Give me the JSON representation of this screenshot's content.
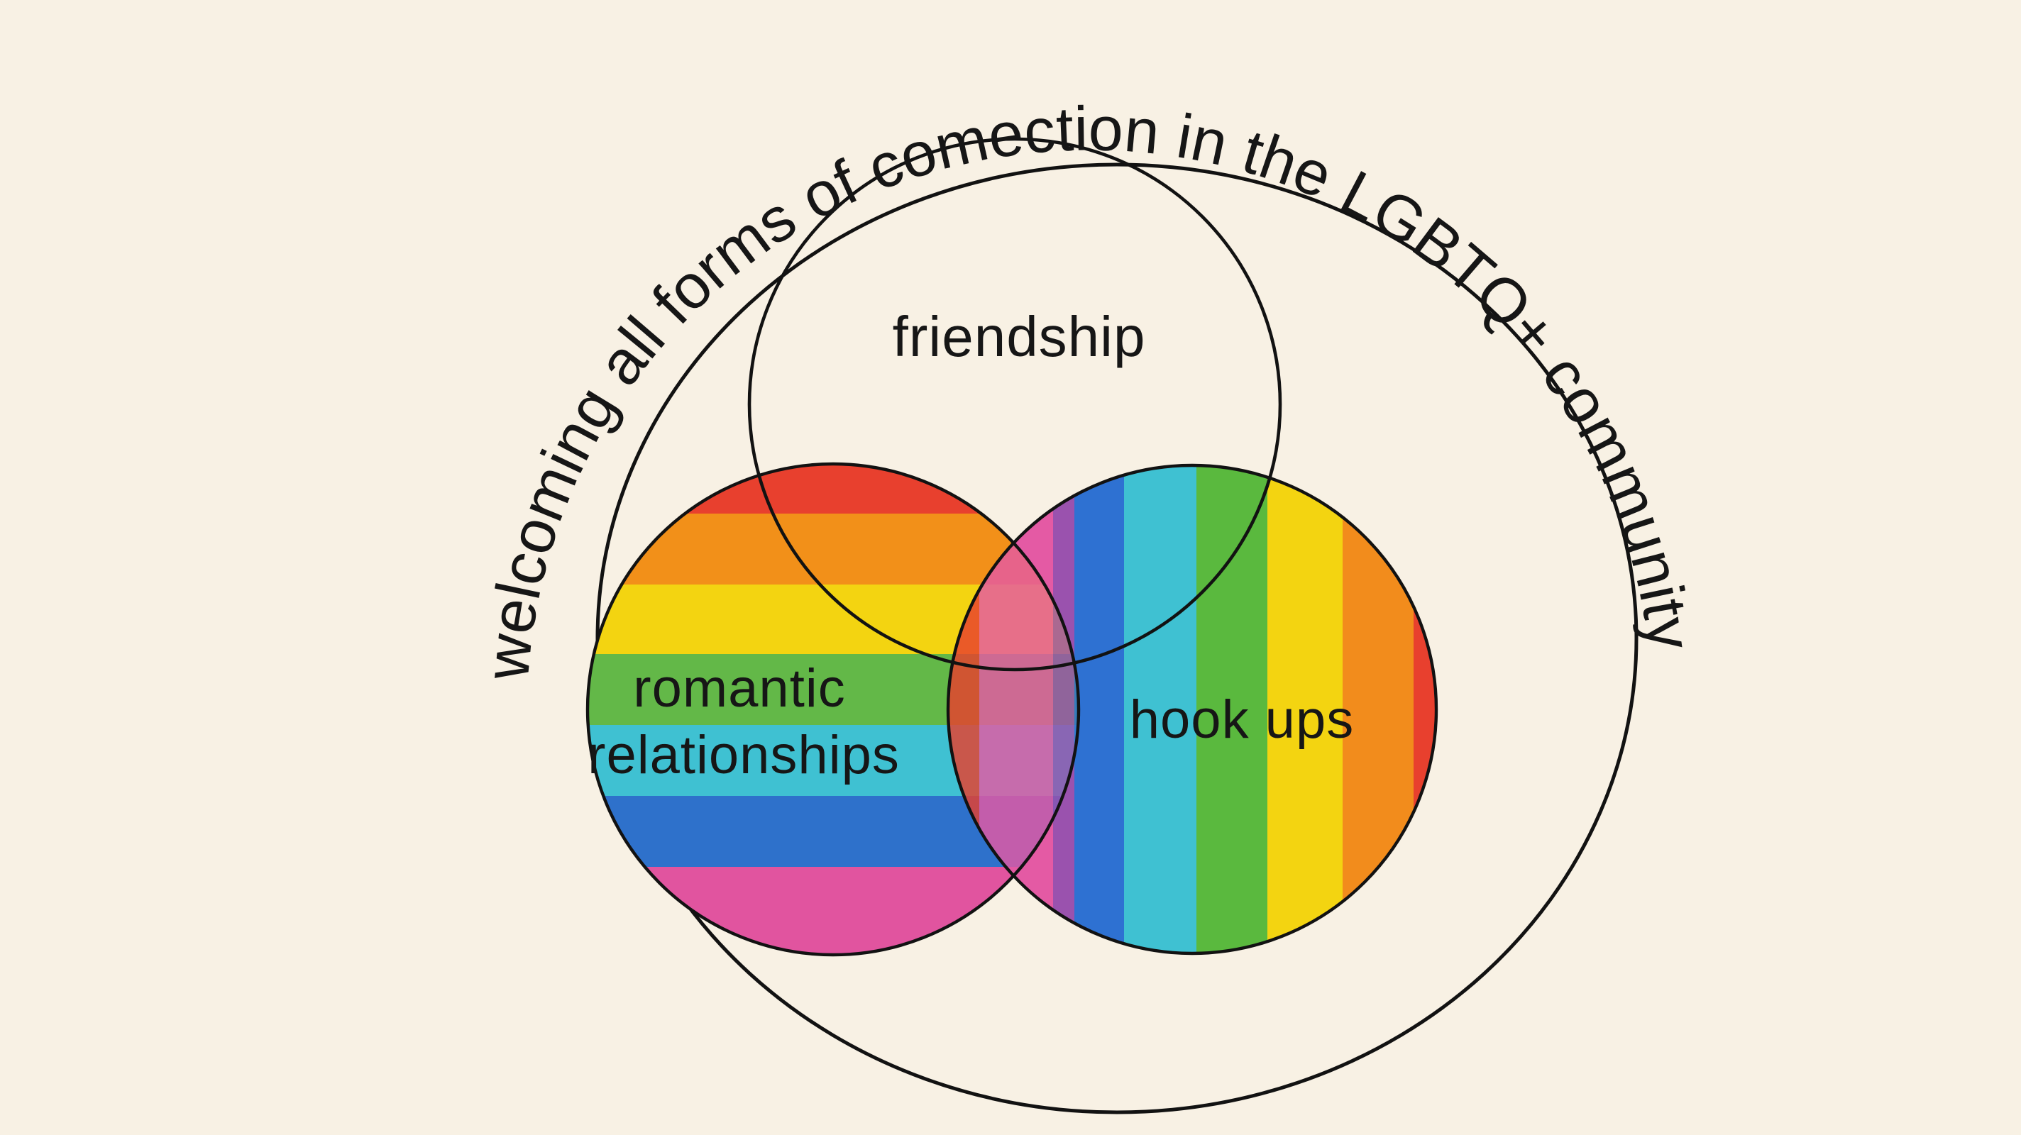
{
  "title_arc": {
    "text": "welcoming all forms of comection in the LGBTQ+ community"
  },
  "circles": {
    "community": {
      "description": "outer outline circle enclosing the diagram",
      "outline_color": "#121212"
    },
    "friendship": {
      "label": "friendship",
      "outline_color": "#121212"
    },
    "romantic": {
      "label_line1": "romantic",
      "label_line2": "relationships",
      "stripe_orientation": "horizontal",
      "stripes": [
        {
          "color": "#e8402e",
          "from": 327,
          "to": 362
        },
        {
          "color": "#f29019",
          "from": 362,
          "to": 412
        },
        {
          "color": "#f3d411",
          "from": 412,
          "to": 461
        },
        {
          "color": "#63b848",
          "from": 461,
          "to": 511
        },
        {
          "color": "#3fc1d2",
          "from": 511,
          "to": 561
        },
        {
          "color": "#2e71cb",
          "from": 561,
          "to": 611
        },
        {
          "color": "#e1549f",
          "from": 611,
          "to": 673
        }
      ]
    },
    "hookups": {
      "label": "hook ups",
      "stripe_orientation": "vertical",
      "stripes": [
        {
          "color": "#e8402e",
          "from": 668,
          "to": 690
        },
        {
          "color": "#e45aa4",
          "from": 690,
          "to": 742
        },
        {
          "color": "#9a52ae",
          "from": 742,
          "to": 757
        },
        {
          "color": "#2e71d2",
          "from": 757,
          "to": 792
        },
        {
          "color": "#3fc1d2",
          "from": 792,
          "to": 843
        },
        {
          "color": "#5ab93e",
          "from": 843,
          "to": 893
        },
        {
          "color": "#f3d411",
          "from": 893,
          "to": 946
        },
        {
          "color": "#f28c1c",
          "from": 946,
          "to": 996
        },
        {
          "color": "#e8402e",
          "from": 996,
          "to": 1012
        }
      ]
    }
  },
  "colors": {
    "background": "#f8f1e4",
    "outline": "#121212",
    "text": "#161616"
  }
}
